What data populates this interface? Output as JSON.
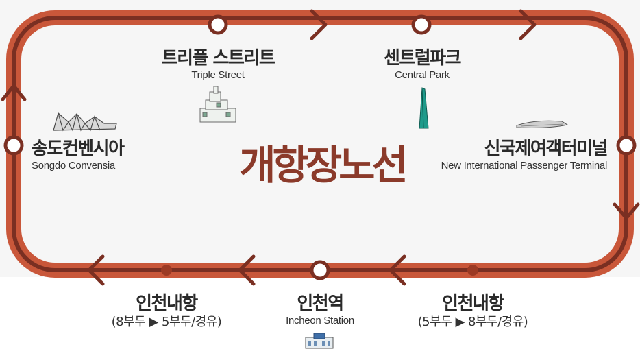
{
  "title": "개항장노선",
  "colors": {
    "route_outer": "#c9573a",
    "route_inner": "#7a2f22",
    "title": "#8b3a2a",
    "station_fill": "#ffffff",
    "dot": "#9c3a24",
    "map_bg": "#f6f6f6"
  },
  "stations": {
    "triple_street": {
      "ko": "트리플 스트리트",
      "en": "Triple Street",
      "icon": "triple-street-building-icon"
    },
    "central_park": {
      "ko": "센트럴파크",
      "en": "Central Park",
      "icon": "ncti-tower-icon"
    },
    "songdo_convensia": {
      "ko": "송도컨벤시아",
      "en": "Songdo Convensia",
      "icon": "convensia-roof-icon"
    },
    "terminal": {
      "ko": "신국제여객터미널",
      "en": "New International Passenger Terminal",
      "icon": "ship-terminal-icon"
    },
    "incheon_station": {
      "ko": "인천역",
      "en": "Incheon Station",
      "icon": "station-building-icon"
    },
    "harbor_left": {
      "ko": "인천내항",
      "sub": "(8부두 ▶ 5부두/경유)"
    },
    "harbor_right": {
      "ko": "인천내항",
      "sub": "(5부두 ▶ 8부두/경유)"
    }
  }
}
